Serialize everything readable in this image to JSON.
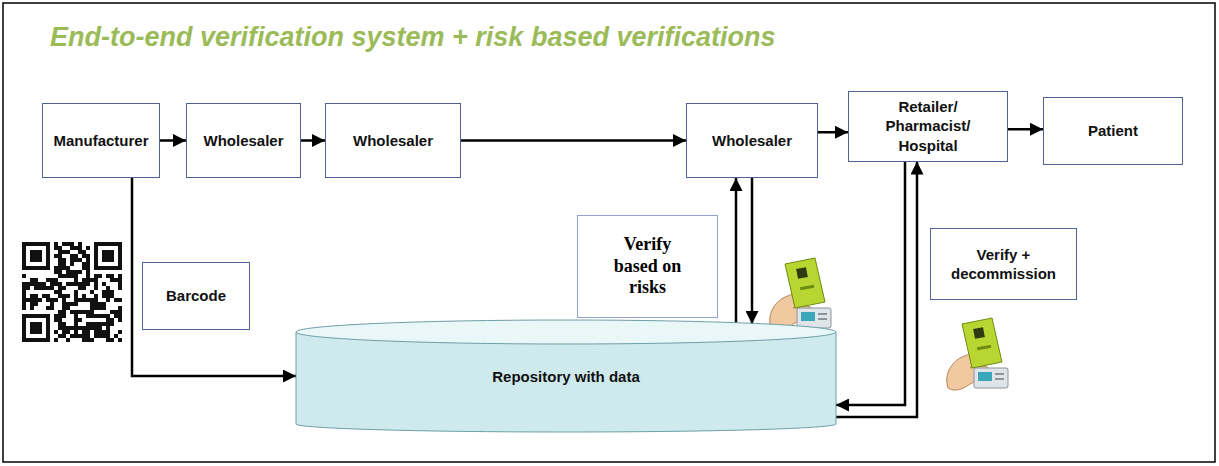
{
  "diagram": {
    "title": "End-to-end verification system + risk based verifications",
    "nodes": [
      {
        "text": [
          "Manufacturer"
        ]
      },
      {
        "text": [
          "Wholesaler"
        ]
      },
      {
        "text": [
          "Wholesaler"
        ]
      },
      {
        "text": [
          "Wholesaler"
        ]
      },
      {
        "text": [
          "Retailer/ Pharmacist/ Hospital"
        ]
      },
      {
        "text": [
          "Patient"
        ]
      },
      {
        "text": [
          "Barcode"
        ]
      },
      {
        "text": [
          "Verify based on risks"
        ]
      },
      {
        "text": [
          "Verify + decommission"
        ]
      },
      {
        "text": [
          "Repository with data"
        ]
      }
    ],
    "edges": [
      {
        "from": 0,
        "to": 1,
        "arrow": "to"
      },
      {
        "from": 1,
        "to": 2,
        "arrow": "to"
      },
      {
        "from": 2,
        "to": 3,
        "arrow": "to"
      },
      {
        "from": 3,
        "to": 4,
        "arrow": "to"
      },
      {
        "from": 4,
        "to": 5,
        "arrow": "to"
      },
      {
        "from": 0,
        "to": 9,
        "arrow": "to"
      },
      {
        "from": 9,
        "to": 3,
        "arrow": "to"
      },
      {
        "from": 3,
        "to": 9,
        "arrow": "to"
      },
      {
        "from": 4,
        "to": 9,
        "arrow": "to"
      },
      {
        "from": 9,
        "to": 4,
        "arrow": "to"
      }
    ]
  }
}
